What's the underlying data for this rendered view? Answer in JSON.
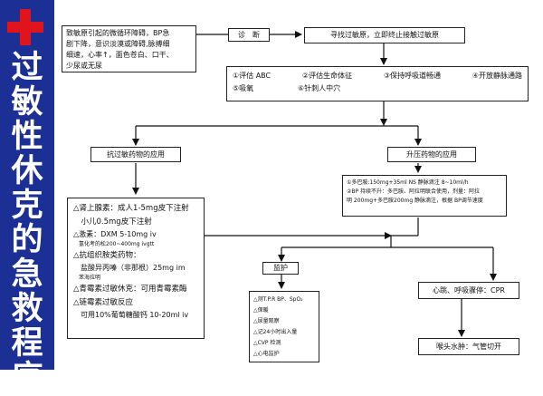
{
  "sidebar": {
    "title": [
      "过",
      "敏",
      "性",
      "休",
      "克",
      "的",
      "急",
      "救",
      "程",
      "序"
    ]
  },
  "intro": {
    "lines": [
      "致敏原引起的微循环障碍，BP急",
      "剧下降，意识淡漠或障碍,脉搏细",
      "细速，心率↑，面色苍白、口干、",
      "少尿或无尿"
    ]
  },
  "diagnosis": {
    "label": "诊　断"
  },
  "find": {
    "label": "寻找过敏原，立即终止接触过敏原"
  },
  "assess": {
    "row1": [
      "①评估 ABC",
      "②评估生命体征",
      "③保持呼吸道畅通",
      "④开放静脉通路"
    ],
    "row2": [
      "⑤吸氧",
      "⑥针刺人中穴"
    ]
  },
  "antiallergy": {
    "label": "抗过敏药物的应用"
  },
  "pressor": {
    "label": "升压药物的应用",
    "lines": [
      "①多巴胺:150mg+35ml NS 静脉滴注 8~10ml/h",
      "②BP 持续不升：多巴胺、阿拉明联合使用，剂量：阿拉",
      "明 200mg+多巴胺200mg 静脉滴注，根据 BP调节速度"
    ]
  },
  "drugs": {
    "items": [
      {
        "text": "△肾上腺素：成人1-5mg皮下注射",
        "cls": "med"
      },
      {
        "text": "　小儿0.5mg皮下注射",
        "cls": "med"
      },
      {
        "text": "△激素：DXM 5-10mg iv",
        "cls": "t"
      },
      {
        "text": "　氢化考的松200~400mg ivgtt",
        "cls": "small"
      },
      {
        "text": "△抗组织胺类药物：",
        "cls": "med"
      },
      {
        "text": "　盐酸异丙嗪（非那根）25mg im",
        "cls": "t"
      },
      {
        "text": "　苯海拉明",
        "cls": "small"
      },
      {
        "text": "△青霉素过敏休克：可用青霉素酶",
        "cls": "med"
      },
      {
        "text": "△链霉素过敏反应",
        "cls": "med"
      },
      {
        "text": "　可用10%葡萄糖酸钙 10-20ml iv",
        "cls": "t"
      }
    ]
  },
  "monitor": {
    "label": "监护",
    "items": [
      "△测T.P.R BP、SpO₂",
      "△保暖",
      "△尿量观察",
      "△记24小时出入量",
      "△CVP 检测",
      "△心电监护"
    ]
  },
  "cpr": {
    "label": "心跳、呼吸骤停：CPR"
  },
  "larynx": {
    "label": "喉头水肿：气管切开"
  }
}
